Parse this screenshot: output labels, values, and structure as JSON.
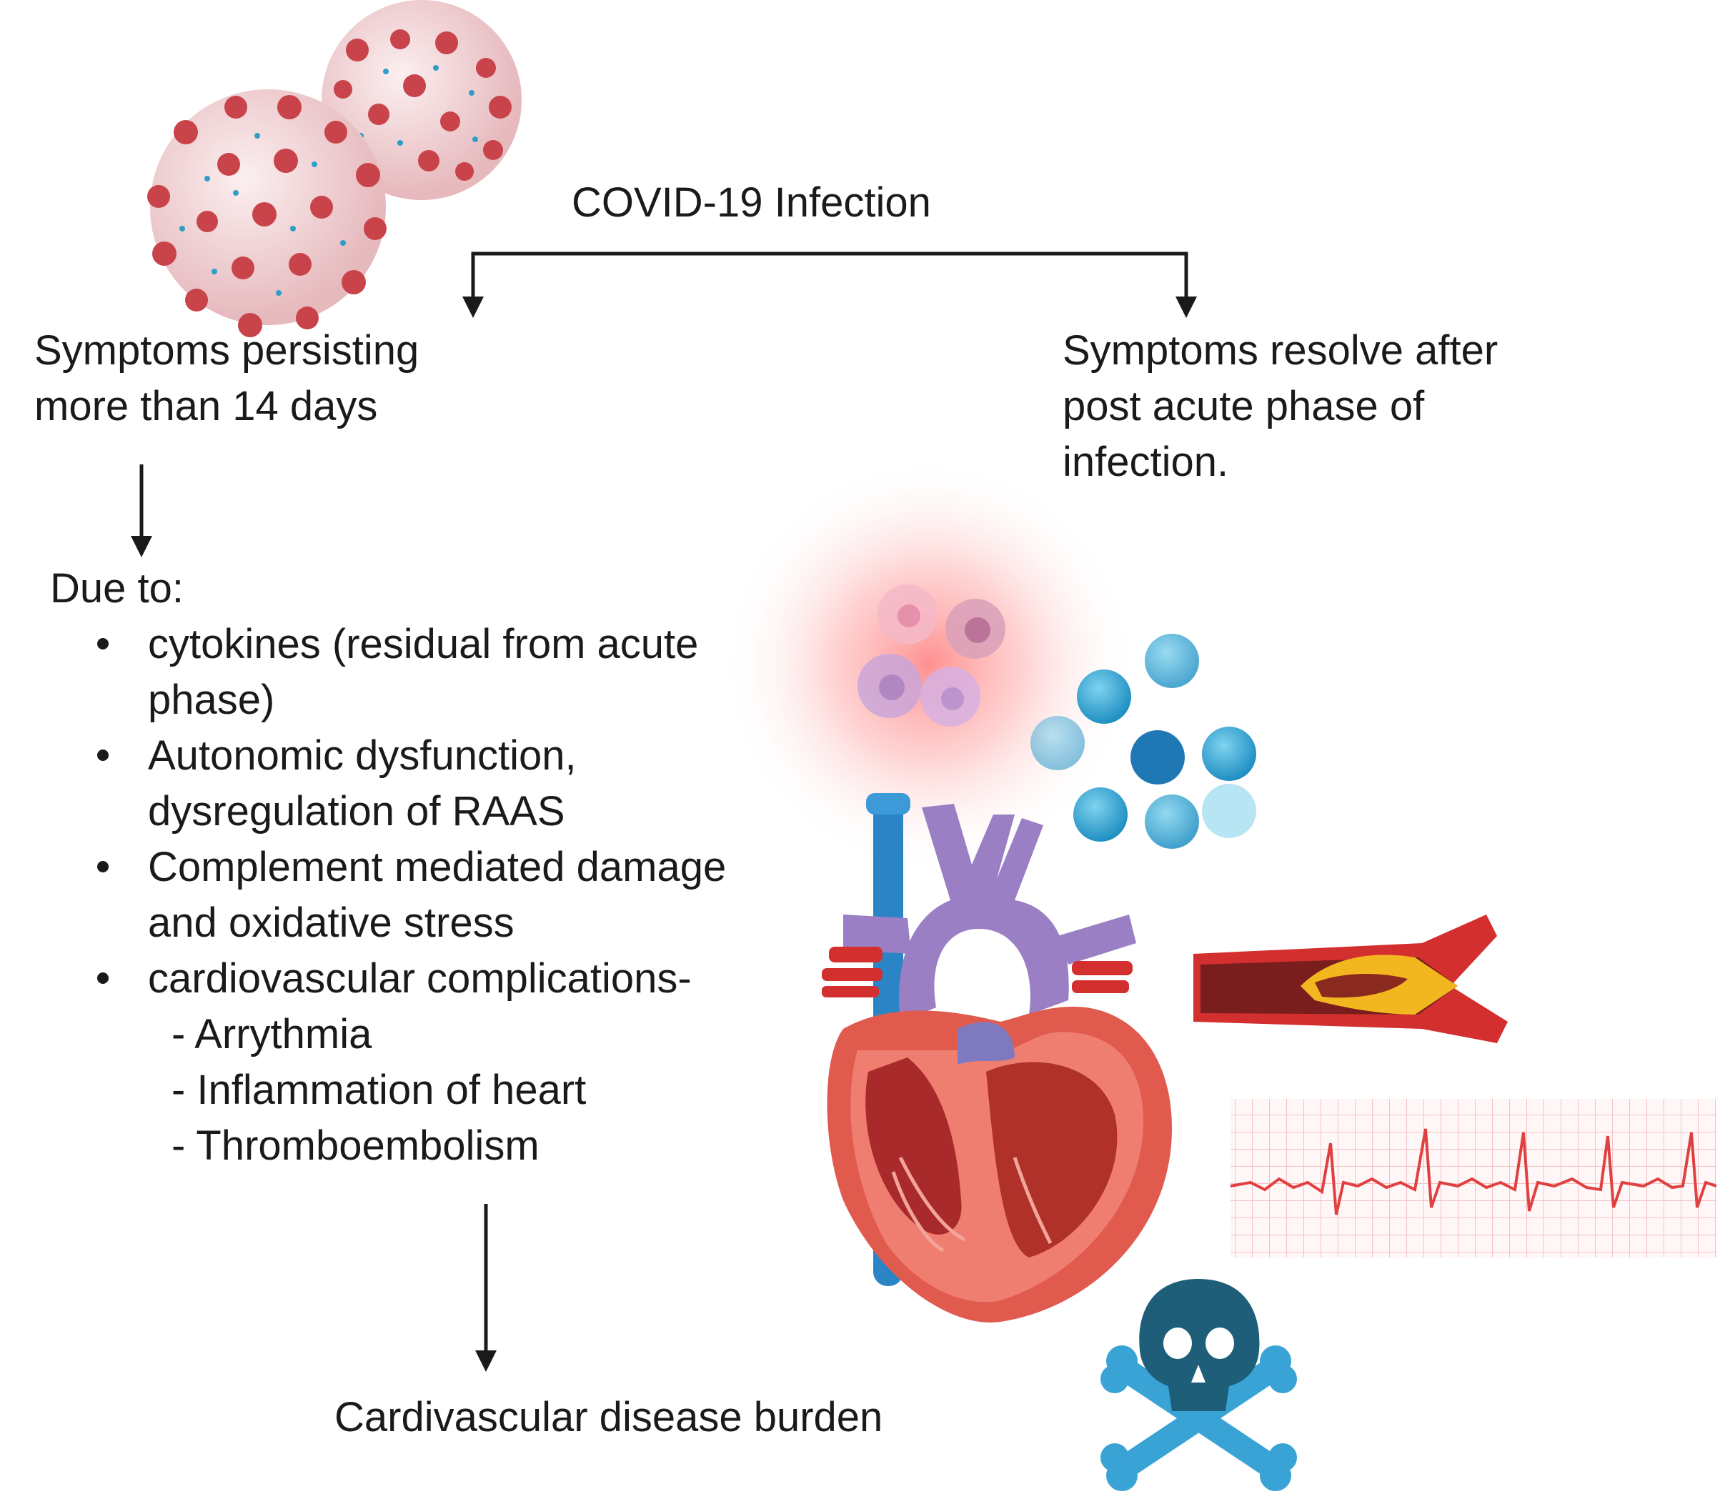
{
  "diagram": {
    "title": "COVID-19 Infection",
    "left_branch": [
      "Symptoms persisting",
      "more than 14 days"
    ],
    "right_branch": [
      "Symptoms resolve after",
      "post acute phase of",
      "infection."
    ],
    "due_to": {
      "heading": "Due to:",
      "bullets": [
        {
          "lines": [
            "cytokines (residual from acute",
            "phase)"
          ]
        },
        {
          "lines": [
            "Autonomic dysfunction,",
            "dysregulation of RAAS"
          ]
        },
        {
          "lines": [
            "Complement mediated damage",
            "and oxidative stress"
          ]
        },
        {
          "lines": [
            "cardiovascular complications-"
          ]
        }
      ],
      "complications": [
        "- Arrythmia",
        "- Inflammation of heart",
        "- Thromboembolism"
      ]
    },
    "outcome": "Cardivascular disease burden"
  },
  "illustrations": {
    "virus": "coronavirus-icon",
    "immune_cells": "immune-cells-icon",
    "cytokines": "cytokine-particles-icon",
    "heart": "heart-anatomy-icon",
    "artery": "plaque-artery-icon",
    "ecg": "ecg-strip-icon",
    "danger": "skull-crossbones-icon"
  },
  "colors": {
    "virus": "#c9434a",
    "virus_body": "#f1d2d4",
    "heart": "#d9403a",
    "aorta": "#9b7fc4",
    "vein": "#2a84c6",
    "cytokine": "#36a9d4",
    "skull": "#1f5e78",
    "bones": "#3aa3d6",
    "ecg_line": "#e04040",
    "ecg_grid": "#f6c1c1"
  }
}
